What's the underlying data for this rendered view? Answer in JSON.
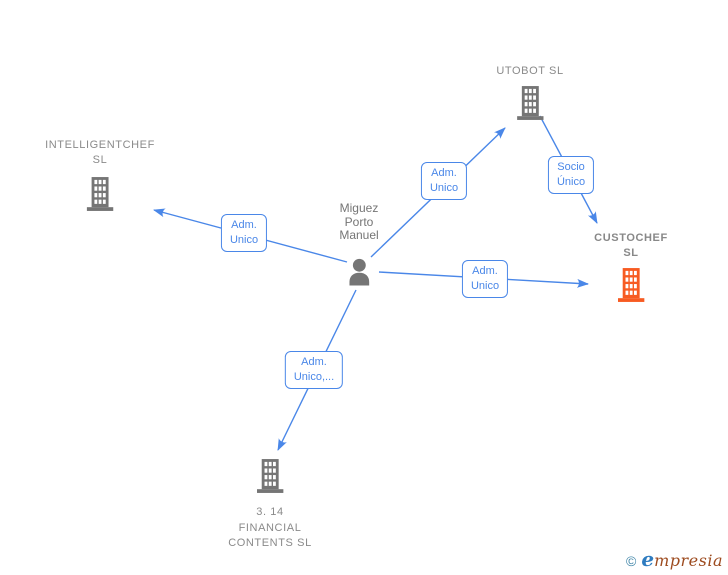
{
  "person": {
    "name_lines": [
      "Miguez",
      "Porto",
      "Manuel"
    ]
  },
  "companies": {
    "utobot": {
      "label_lines": [
        "UTOBOT SL"
      ]
    },
    "intelligentchef": {
      "label_lines": [
        "INTELLIGENTCHEF",
        "SL"
      ]
    },
    "custochef": {
      "label_lines": [
        "CUSTOCHEF",
        "SL"
      ]
    },
    "financial": {
      "label_lines": [
        "3. 14",
        "FINANCIAL",
        "CONTENTS SL"
      ]
    }
  },
  "edge_labels": {
    "person_intelligentchef": [
      "Adm.",
      "Unico"
    ],
    "person_utobot": [
      "Adm.",
      "Unico"
    ],
    "person_custochef": [
      "Adm.",
      "Unico"
    ],
    "person_financial": [
      "Adm.",
      "Unico,..."
    ],
    "utobot_custochef": [
      "Socio",
      "Único"
    ]
  },
  "footer": {
    "copyright": "©",
    "brand_first_letter": "e",
    "brand_rest": "mpresia"
  },
  "colors": {
    "edge_blue": "#4a87e8",
    "icon_gray": "#757575",
    "label_gray": "#8a8a8a",
    "highlight_orange": "#f75b22",
    "logo_copyright": "#3f85a8",
    "logo_e": "#2f7cc0",
    "logo_rest": "#9d4b1f"
  }
}
